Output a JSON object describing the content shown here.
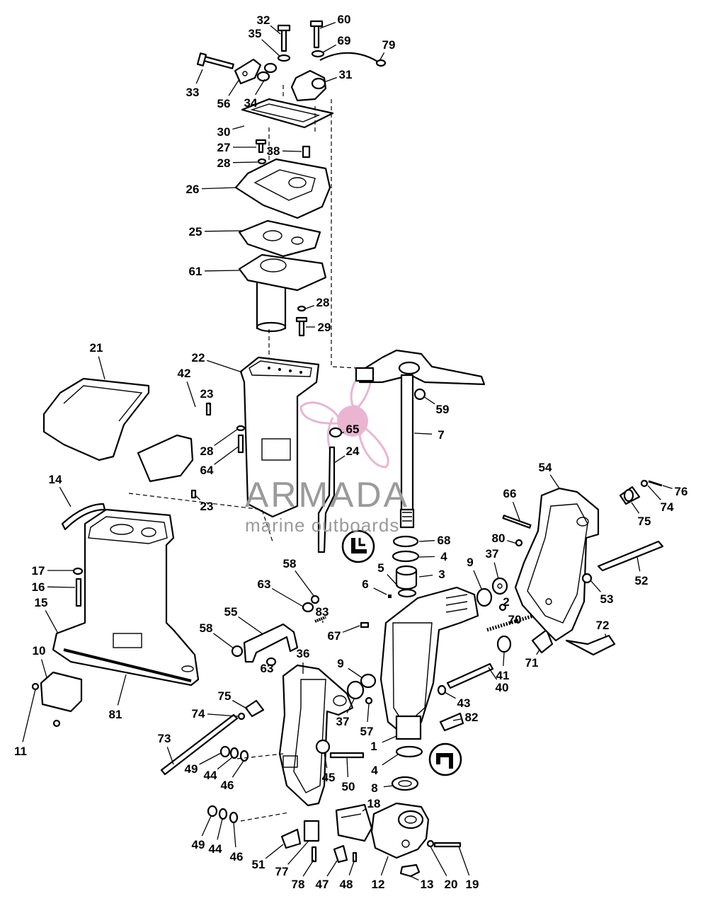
{
  "watermark": {
    "brand": "ARMADA",
    "tagline": "marine outboards",
    "logo_color": "#e7a9c9",
    "text_color": "#9a9a9a"
  },
  "badges": [
    {
      "id": "L",
      "glyph": "└"
    },
    {
      "id": "J",
      "glyph": "┐"
    }
  ],
  "callouts": [
    "32",
    "60",
    "35",
    "69",
    "79",
    "31",
    "33",
    "56",
    "34",
    "30",
    "27",
    "38",
    "28",
    "26",
    "25",
    "61",
    "28b",
    "29",
    "21",
    "22",
    "42",
    "23",
    "59",
    "65",
    "7",
    "24",
    "28c",
    "64",
    "14",
    "23b",
    "54",
    "66",
    "76",
    "74",
    "75",
    "80",
    "68",
    "4",
    "3",
    "5",
    "6",
    "58",
    "63",
    "83",
    "17",
    "16",
    "15",
    "55",
    "67",
    "9",
    "37",
    "2",
    "53",
    "52",
    "70",
    "72",
    "58b",
    "36",
    "63b",
    "10",
    "81",
    "71",
    "41",
    "9b",
    "40",
    "43",
    "75b",
    "74b",
    "37b",
    "57",
    "82",
    "11",
    "73",
    "1",
    "49",
    "44",
    "46",
    "45",
    "50",
    "4b",
    "8",
    "18",
    "49b",
    "44b",
    "46b",
    "51",
    "77",
    "78",
    "47",
    "48",
    "12",
    "13",
    "20",
    "19"
  ],
  "labels": {
    "32": "32",
    "60": "60",
    "35": "35",
    "69": "69",
    "79": "79",
    "31": "31",
    "33": "33",
    "56": "56",
    "34": "34",
    "30": "30",
    "27": "27",
    "38": "38",
    "28": "28",
    "26": "26",
    "25": "25",
    "61": "61",
    "28b": "28",
    "29": "29",
    "21": "21",
    "22": "22",
    "42": "42",
    "23": "23",
    "59": "59",
    "65": "65",
    "7": "7",
    "24": "24",
    "28c": "28",
    "64": "64",
    "14": "14",
    "23b": "23",
    "54": "54",
    "66": "66",
    "76": "76",
    "74": "74",
    "75": "75",
    "80": "80",
    "68": "68",
    "4": "4",
    "3": "3",
    "5": "5",
    "6": "6",
    "58": "58",
    "63": "63",
    "83": "83",
    "17": "17",
    "16": "16",
    "15": "15",
    "55": "55",
    "67": "67",
    "9": "9",
    "37": "37",
    "2": "2",
    "53": "53",
    "52": "52",
    "70": "70",
    "72": "72",
    "58b": "58",
    "36": "36",
    "63b": "63",
    "10": "10",
    "81": "81",
    "71": "71",
    "41": "41",
    "9b": "9",
    "40": "40",
    "43": "43",
    "75b": "75",
    "74b": "74",
    "37b": "37",
    "57": "57",
    "82": "82",
    "11": "11",
    "73": "73",
    "1": "1",
    "49": "49",
    "44": "44",
    "46": "46",
    "45": "45",
    "50": "50",
    "4b": "4",
    "8": "8",
    "18": "18",
    "49b": "49",
    "44b": "44",
    "46b": "46",
    "51": "51",
    "77": "77",
    "78": "78",
    "47": "47",
    "48": "48",
    "12": "12",
    "13": "13",
    "20": "20",
    "19": "19"
  }
}
